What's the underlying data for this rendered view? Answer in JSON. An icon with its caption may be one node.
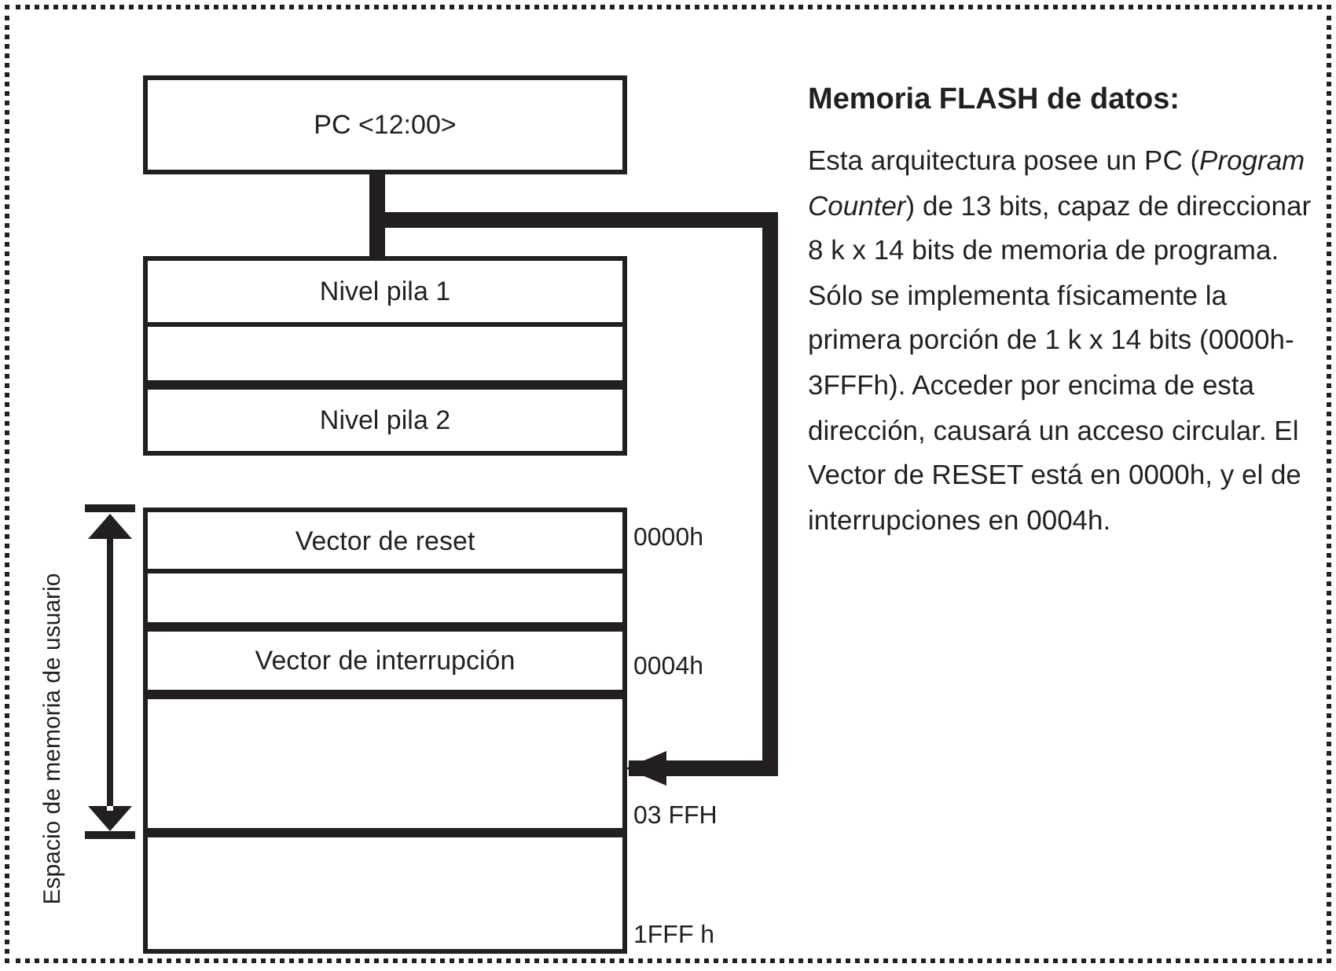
{
  "diagram": {
    "nodes": [
      {
        "text": [
          "PC <12:00>"
        ]
      },
      {
        "text": [
          "Nivel pila 1"
        ]
      },
      {
        "text": [],
        "shape": "box"
      },
      {
        "text": [
          "Nivel pila 2"
        ]
      },
      {
        "text": [
          "Vector de reset"
        ],
        "beside": [
          "0000h"
        ]
      },
      {
        "text": [],
        "shape": "box"
      },
      {
        "text": [
          "Vector de interrupción"
        ],
        "beside": [
          "0004h"
        ]
      },
      {
        "text": [],
        "shape": "box",
        "beside": [
          "03 FFH"
        ]
      },
      {
        "text": [],
        "shape": "box",
        "beside": [
          "1FFF h"
        ]
      }
    ],
    "edges": [
      {
        "from": 0,
        "to": 1,
        "arrow": "none"
      },
      {
        "from": 0,
        "to": 7,
        "arrow": "to"
      }
    ],
    "labels": [
      "Espacio de memoria de usuario",
      "Memoria FLASH de datos:",
      "Esta arquitectura posee un PC (*Program Counter*) de 13 bits, capaz de direccionar 8 k x 14 bits de memoria de programa. Sólo se implementa físicamente la primera porción de 1 k x 14 bits (0000h-3FFFh). Acceder por encima de esta dirección, causará un acceso circular. El Vector de RESET está en 0000h, y el de interrupciones en 0004h."
    ]
  }
}
